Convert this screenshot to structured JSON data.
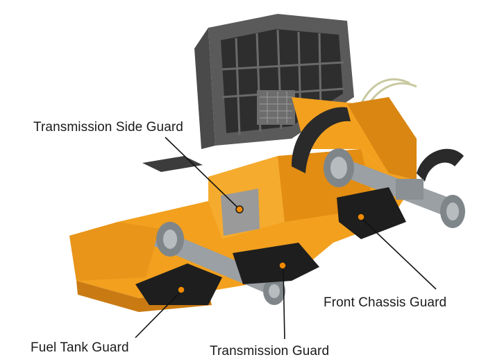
{
  "callouts": {
    "transmission_side_guard": "Transmission Side Guard",
    "front_chassis_guard": "Front Chassis Guard",
    "fuel_tank_guard": "Fuel Tank Guard",
    "transmission_guard": "Transmission Guard"
  },
  "colors": {
    "frame_orange": "#f2a01e",
    "frame_shadow": "#c97a12",
    "guard_black": "#1e1e1e",
    "cab_dark": "#3a3a3a",
    "axle_gray": "#9aa0a4",
    "marker_orange": "#f08a00",
    "leader_line": "#111111"
  },
  "icons": [
    "cab-rops-structure",
    "axle-assembly",
    "fender",
    "guard-marker"
  ]
}
